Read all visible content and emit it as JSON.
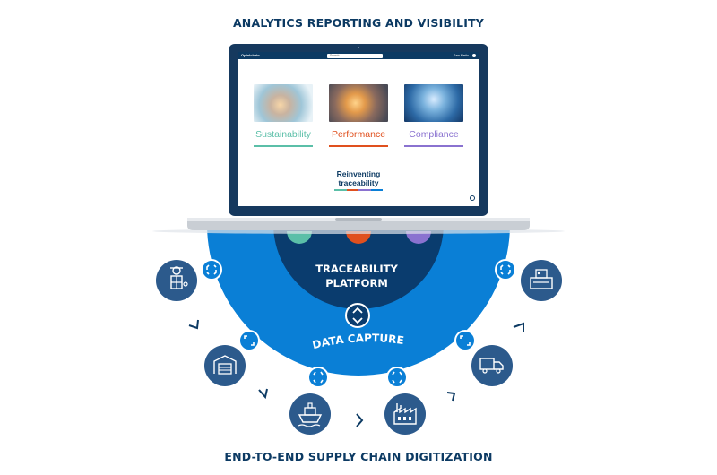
{
  "header": {
    "title": "ANALYTICS REPORTING AND VISIBILITY"
  },
  "footer": {
    "title": "END-TO-END SUPPLY CHAIN DIGITIZATION"
  },
  "laptop": {
    "app_logo": "Optelchain",
    "search_value": "Search",
    "user_label": "Sam Martin",
    "cards": [
      {
        "label": "Sustainability",
        "color": "#5bbfa8"
      },
      {
        "label": "Performance",
        "color": "#e0501e"
      },
      {
        "label": "Compliance",
        "color": "#8a72d0"
      }
    ],
    "tagline_line1": "Reinventing",
    "tagline_line2": "traceability"
  },
  "platform": {
    "line1": "TRACEABILITY",
    "line2": "PLATFORM"
  },
  "capture": {
    "label": "DATA CAPTURE"
  },
  "colors": {
    "navy": "#0c3a63",
    "dark_blue": "#0a3c6e",
    "bright_blue": "#0a7fd6",
    "icon_blue": "#2c5a8c"
  },
  "icons": [
    "farmer-icon",
    "warehouse-icon",
    "ship-icon",
    "factory-icon",
    "truck-icon",
    "cash-register-icon"
  ]
}
